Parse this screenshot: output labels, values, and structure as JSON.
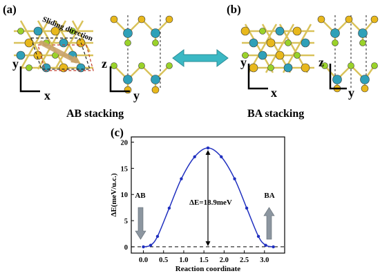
{
  "panel_a": {
    "label": "(a)",
    "sliding_direction": "Sliding direction",
    "caption": "AB stacking",
    "axes_inplane": {
      "vertical": "y",
      "horizontal": "x"
    },
    "axes_side": {
      "vertical": "z",
      "horizontal": "y"
    }
  },
  "panel_b": {
    "label": "(b)",
    "caption": "BA stacking",
    "axes_inplane": {
      "vertical": "y",
      "horizontal": "x"
    },
    "axes_side": {
      "vertical": "z",
      "horizontal": "y"
    }
  },
  "panel_c": {
    "label": "(c)"
  },
  "colors": {
    "atom_teal": "#2fa0b8",
    "atom_yellow": "#e8b81c",
    "atom_green": "#9ad22a",
    "bond": "#d9c25a",
    "arrow_teal": "#3bb8c4",
    "curve_blue": "#1f2fbf",
    "gray_arrow": "#8c96a0"
  },
  "chart_data": {
    "type": "line",
    "xlabel": "Reaction coordinate",
    "ylabel": "ΔE(meV/u.c.)",
    "xlim": [
      -0.3,
      3.5
    ],
    "ylim": [
      -1.2,
      21
    ],
    "xticks": [
      0.0,
      0.5,
      1.0,
      1.5,
      2.0,
      2.5,
      3.0
    ],
    "yticks": [
      0,
      5,
      10,
      15,
      20
    ],
    "x": [
      0.0,
      0.18,
      0.35,
      0.64,
      0.94,
      1.27,
      1.6,
      1.93,
      2.26,
      2.56,
      2.85,
      3.03,
      3.22
    ],
    "y": [
      0.0,
      0.3,
      2.0,
      7.4,
      13.0,
      17.2,
      18.9,
      17.2,
      13.0,
      7.4,
      2.0,
      0.3,
      0.0
    ],
    "annotations": {
      "barrier": "ΔE=18.9meV",
      "start": "AB",
      "end": "BA"
    }
  }
}
